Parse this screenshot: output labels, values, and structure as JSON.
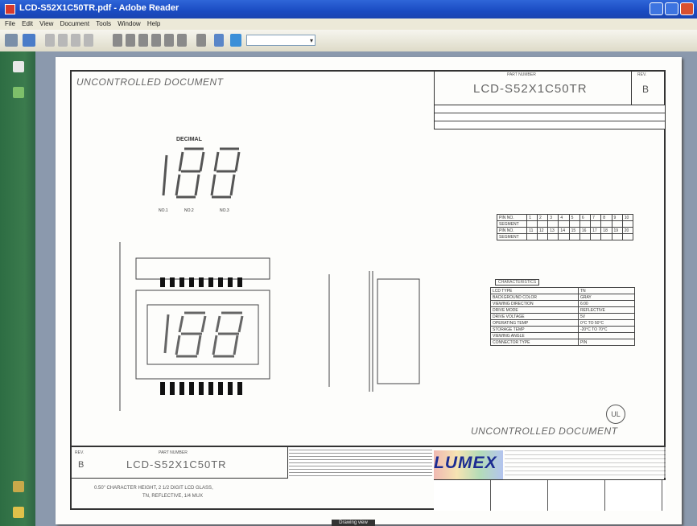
{
  "window": {
    "title": "LCD-S52X1C50TR.pdf - Adobe Reader"
  },
  "menu": [
    "File",
    "Edit",
    "View",
    "Document",
    "Tools",
    "Window",
    "Help"
  ],
  "toolbar": {
    "zoom": ""
  },
  "drawing": {
    "watermark_top": "UNCONTROLLED DOCUMENT",
    "watermark_bottom": "UNCONTROLLED DOCUMENT",
    "part_number_label": "PART NUMBER",
    "part_number": "LCD-S52X1C50TR",
    "rev_label": "REV.",
    "rev": "B",
    "decimal_label": "DECIMAL",
    "digit_labels": [
      "NO.1",
      "NO.2",
      "NO.3"
    ],
    "pin_label_rows": [
      [
        "PIN NO.",
        "1",
        "2",
        "3",
        "4",
        "5",
        "6",
        "7",
        "8",
        "9",
        "10"
      ],
      [
        "SEGMENT",
        "",
        "",
        "",
        "",
        "",
        "",
        "",
        "",
        "",
        ""
      ],
      [
        "PIN NO.",
        "11",
        "12",
        "13",
        "14",
        "15",
        "16",
        "17",
        "18",
        "19",
        "20"
      ],
      [
        "SEGMENT",
        "",
        "",
        "",
        "",
        "",
        "",
        "",
        "",
        "",
        ""
      ]
    ],
    "characteristics_title": "CHARACTERISTICS",
    "characteristics": [
      [
        "LCD TYPE",
        "TN"
      ],
      [
        "BACKGROUND COLOR",
        "GRAY"
      ],
      [
        "VIEWING DIRECTION",
        "6:00"
      ],
      [
        "DRIVE MODE",
        "REFLECTIVE"
      ],
      [
        "DRIVE VOLTAGE",
        "5V"
      ],
      [
        "OPERATING TEMP",
        "0°C TO 50°C"
      ],
      [
        "STORAGE TEMP",
        "-20°C TO 70°C"
      ],
      [
        "VIEWING ANGLE",
        ""
      ],
      [
        "CONNECTOR TYPE",
        "PIN"
      ]
    ],
    "bottom_desc": "0.50\" CHARACTER HEIGHT, 2 1/2 DIGIT LCD GLASS,",
    "bottom_desc2": "TN, REFLECTIVE, 1/4 MUX",
    "company": "LUMEX",
    "page_badge": "Drawing view"
  }
}
